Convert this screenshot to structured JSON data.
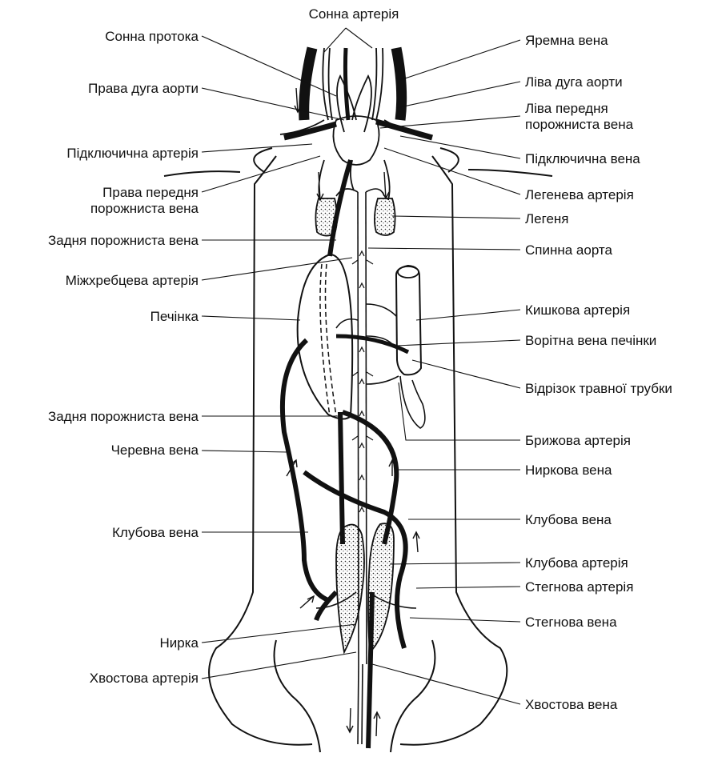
{
  "labels": {
    "top": "Сонна артерія",
    "left": [
      "Сонна протока",
      "Права дуга аорти",
      "Підключична артерія",
      "Права передня\nпорожниста вена",
      "Задня порожниста вена",
      "Міжхребцева артерія",
      "Печінка",
      "Задня порожниста вена",
      "Черевна вена",
      "Клубова вена",
      "Нирка",
      "Хвостова артерія"
    ],
    "right": [
      "Яремна вена",
      "Ліва дуга аорти",
      "Ліва передня\nпорожниста вена",
      "Підключична вена",
      "Легенева артерія",
      "Легеня",
      "Спинна аорта",
      "Кишкова артерія",
      "Ворітна вена печінки",
      "Відрізок травної трубки",
      "Брижова артерія",
      "Ниркова вена",
      "Клубова вена",
      "Клубова артерія",
      "Стегнова артерія",
      "Стегнова вена",
      "Хвостова вена"
    ]
  }
}
